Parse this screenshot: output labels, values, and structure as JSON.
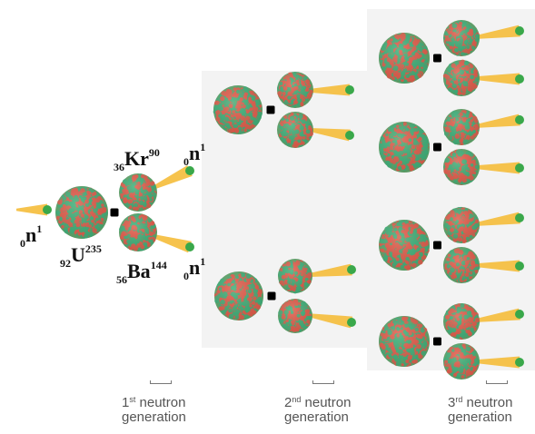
{
  "labels": {
    "uranium": {
      "left": "92",
      "symbol": "U",
      "right": "235"
    },
    "krypton": {
      "left": "36",
      "symbol": "Kr",
      "right": "90"
    },
    "barium": {
      "left": "56",
      "symbol": "Ba",
      "right": "144"
    },
    "neutron": {
      "left": "0",
      "symbol": "n",
      "right": "1"
    }
  },
  "generations": [
    {
      "ordinal": "1",
      "suffix": "st",
      "line1": "neutron",
      "line2": "generation"
    },
    {
      "ordinal": "2",
      "suffix": "nd",
      "line1": "neutron",
      "line2": "generation"
    },
    {
      "ordinal": "3",
      "suffix": "rd",
      "line1": "neutron",
      "line2": "generation"
    }
  ],
  "colors": {
    "nucleus_base": "#5fa56a",
    "proton": "#e25c4b",
    "neutron": "#3fb07a",
    "neutron_trail": "#f5b82e",
    "neutron_particle": "#3aa84a",
    "impact_dot": "#000000",
    "generation_panel": "#f3f3f3"
  }
}
